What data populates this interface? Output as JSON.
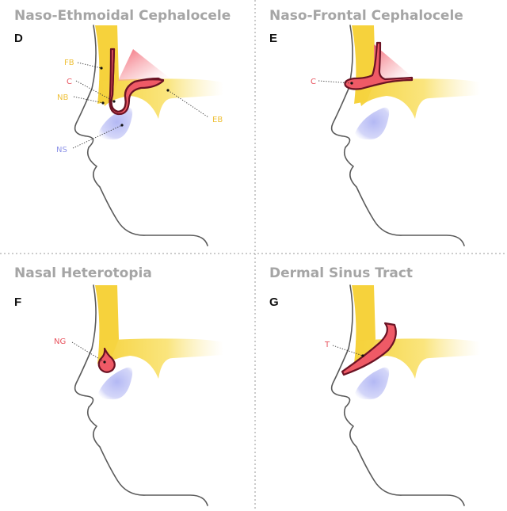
{
  "colors": {
    "bone": "#f6d23c",
    "lesion": "#ef5a66",
    "lesion_outline": "#6b1324",
    "sinus": "#b9bdf5",
    "title": "#a5a5a5",
    "face_outline": "#5a5a5a"
  },
  "panels": [
    {
      "letter": "D",
      "title": "Naso-Ethmoidal Cephalocele",
      "labels": {
        "fb": "FB",
        "c": "C",
        "nb": "NB",
        "eb": "EB",
        "ns": "NS"
      }
    },
    {
      "letter": "E",
      "title": "Naso-Frontal Cephalocele",
      "labels": {
        "c": "C"
      }
    },
    {
      "letter": "F",
      "title": "Nasal Heterotopia",
      "labels": {
        "ng": "NG"
      }
    },
    {
      "letter": "G",
      "title": "Dermal Sinus Tract",
      "labels": {
        "t": "T"
      }
    }
  ]
}
